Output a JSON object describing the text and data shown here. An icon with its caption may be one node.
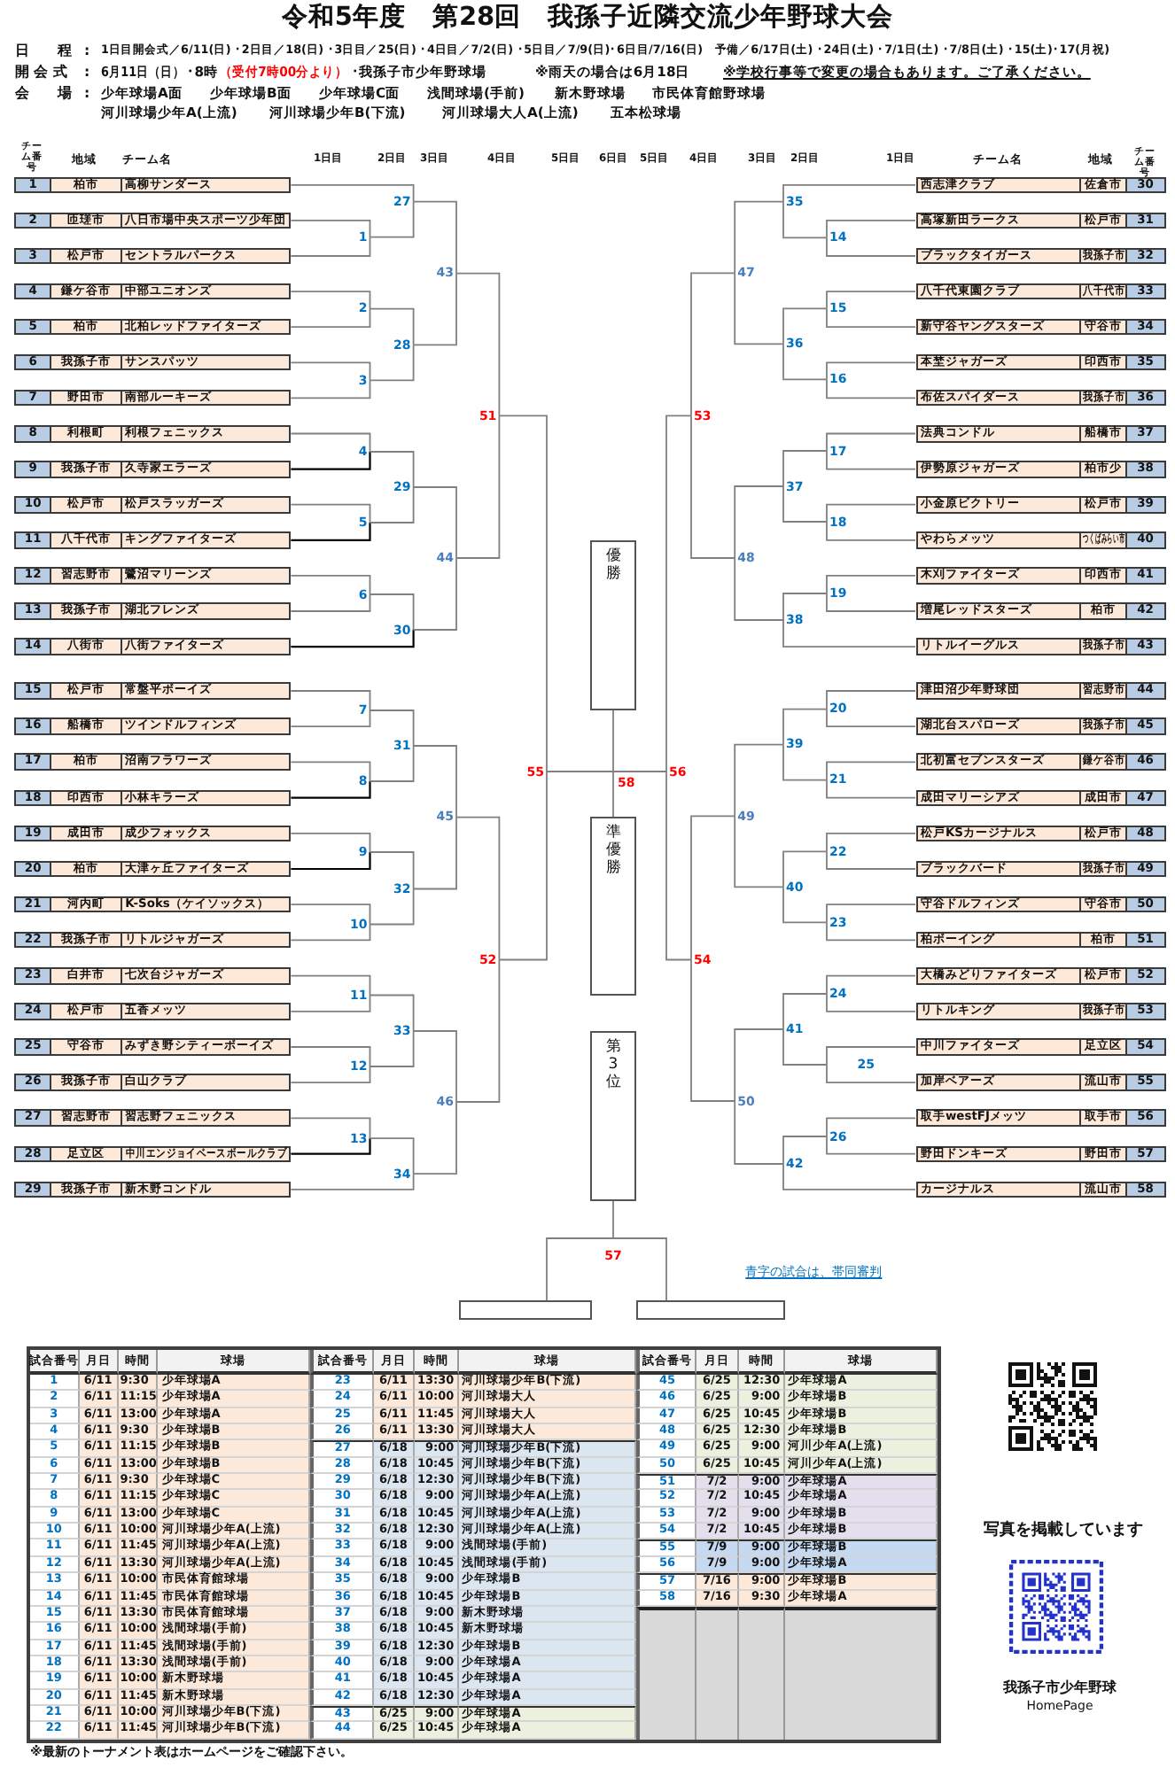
{
  "diagram": {
    "title": "令和5年度　第28回　我孫子近隣交流少年野球大会",
    "nodes": [
      {
        "text": [
          "1",
          "柏市",
          "高柳サンダース"
        ]
      },
      {
        "text": [
          "2",
          "匝瑳市",
          "八日市場中央スポーツ少年団"
        ]
      },
      {
        "text": [
          "3",
          "松戸市",
          "セントラルパークス"
        ]
      },
      {
        "text": [
          "4",
          "鎌ケ谷市",
          "中部ユニオンズ"
        ]
      },
      {
        "text": [
          "5",
          "柏市",
          "北柏レッドファイターズ"
        ]
      },
      {
        "text": [
          "6",
          "我孫子市",
          "サンスパッツ"
        ]
      },
      {
        "text": [
          "7",
          "野田市",
          "南部ルーキーズ"
        ]
      },
      {
        "text": [
          "8",
          "利根町",
          "利根フェニックス"
        ]
      },
      {
        "text": [
          "9",
          "我孫子市",
          "久寺家エラーズ"
        ]
      },
      {
        "text": [
          "10",
          "松戸市",
          "松戸スラッガーズ"
        ]
      },
      {
        "text": [
          "11",
          "八千代市",
          "キングファイターズ"
        ]
      },
      {
        "text": [
          "12",
          "習志野市",
          "鷺沼マリーンズ"
        ]
      },
      {
        "text": [
          "13",
          "我孫子市",
          "湖北フレンズ"
        ]
      },
      {
        "text": [
          "14",
          "八街市",
          "八街ファイターズ"
        ]
      },
      {
        "text": [
          "15",
          "松戸市",
          "常盤平ボーイズ"
        ]
      },
      {
        "text": [
          "16",
          "船橋市",
          "ツインドルフィンズ"
        ]
      },
      {
        "text": [
          "17",
          "柏市",
          "沼南フラワーズ"
        ]
      },
      {
        "text": [
          "18",
          "印西市",
          "小林キラーズ"
        ]
      },
      {
        "text": [
          "19",
          "成田市",
          "成少フォックス"
        ]
      },
      {
        "text": [
          "20",
          "柏市",
          "大津ヶ丘ファイターズ"
        ]
      },
      {
        "text": [
          "21",
          "河内町",
          "K-Soks（ケイソックス）"
        ]
      },
      {
        "text": [
          "22",
          "我孫子市",
          "リトルジャガーズ"
        ]
      },
      {
        "text": [
          "23",
          "白井市",
          "七次台ジャガーズ"
        ]
      },
      {
        "text": [
          "24",
          "松戸市",
          "五香メッツ"
        ]
      },
      {
        "text": [
          "25",
          "守谷市",
          "みずき野シティーボーイズ"
        ]
      },
      {
        "text": [
          "26",
          "我孫子市",
          "白山クラブ"
        ]
      },
      {
        "text": [
          "27",
          "習志野市",
          "習志野フェニックス"
        ]
      },
      {
        "text": [
          "28",
          "足立区",
          "中川エンジョイベースボールクラブ"
        ]
      },
      {
        "text": [
          "29",
          "我孫子市",
          "新木野コンドル"
        ]
      },
      {
        "text": [
          "西志津クラブ",
          "佐倉市",
          "30"
        ]
      },
      {
        "text": [
          "高塚新田ラークス",
          "松戸市",
          "31"
        ]
      },
      {
        "text": [
          "ブラックタイガース",
          "我孫子市",
          "32"
        ]
      },
      {
        "text": [
          "八千代東園クラブ",
          "八千代市",
          "33"
        ]
      },
      {
        "text": [
          "新守谷ヤングスターズ",
          "守谷市",
          "34"
        ]
      },
      {
        "text": [
          "本埜ジャガーズ",
          "印西市",
          "35"
        ]
      },
      {
        "text": [
          "布佐スパイダース",
          "我孫子市",
          "36"
        ]
      },
      {
        "text": [
          "法典コンドル",
          "船橋市",
          "37"
        ]
      },
      {
        "text": [
          "伊勢原ジャガーズ",
          "柏市少",
          "38"
        ]
      },
      {
        "text": [
          "小金原ビクトリー",
          "松戸市",
          "39"
        ]
      },
      {
        "text": [
          "やわらメッツ",
          "つくばみらい市",
          "40"
        ]
      },
      {
        "text": [
          "木刈ファイターズ",
          "印西市",
          "41"
        ]
      },
      {
        "text": [
          "増尾レッドスターズ",
          "柏市",
          "42"
        ]
      },
      {
        "text": [
          "リトルイーグルス",
          "我孫子市",
          "43"
        ]
      },
      {
        "text": [
          "津田沼少年野球団",
          "習志野市",
          "44"
        ]
      },
      {
        "text": [
          "湖北台スパローズ",
          "我孫子市",
          "45"
        ]
      },
      {
        "text": [
          "北初富セブンスターズ",
          "鎌ケ谷市",
          "46"
        ]
      },
      {
        "text": [
          "成田マリーシアズ",
          "成田市",
          "47"
        ]
      },
      {
        "text": [
          "松戸KSカージナルス",
          "松戸市",
          "48"
        ]
      },
      {
        "text": [
          "ブラックバード",
          "我孫子市",
          "49"
        ]
      },
      {
        "text": [
          "守谷ドルフィンズ",
          "守谷市",
          "50"
        ]
      },
      {
        "text": [
          "柏ボーイング",
          "柏市",
          "51"
        ]
      },
      {
        "text": [
          "大橋みどりファイターズ",
          "松戸市",
          "52"
        ]
      },
      {
        "text": [
          "リトルキング",
          "我孫子市",
          "53"
        ]
      },
      {
        "text": [
          "中川ファイターズ",
          "足立区",
          "54"
        ]
      },
      {
        "text": [
          "加岸ベアーズ",
          "流山市",
          "55"
        ]
      },
      {
        "text": [
          "取手westFJメッツ",
          "取手市",
          "56"
        ]
      },
      {
        "text": [
          "野田ドンキーズ",
          "野田市",
          "57"
        ]
      },
      {
        "text": [
          "カージナルス",
          "流山市",
          "58"
        ]
      },
      {
        "text": [
          "1"
        ]
      },
      {
        "text": [
          "2"
        ]
      },
      {
        "text": [
          "3"
        ]
      },
      {
        "text": [
          "4"
        ]
      },
      {
        "text": [
          "5"
        ]
      },
      {
        "text": [
          "6"
        ]
      },
      {
        "text": [
          "7"
        ]
      },
      {
        "text": [
          "8"
        ]
      },
      {
        "text": [
          "9"
        ]
      },
      {
        "text": [
          "10"
        ]
      },
      {
        "text": [
          "11"
        ]
      },
      {
        "text": [
          "12"
        ]
      },
      {
        "text": [
          "13"
        ]
      },
      {
        "text": [
          "14"
        ]
      },
      {
        "text": [
          "15"
        ]
      },
      {
        "text": [
          "16"
        ]
      },
      {
        "text": [
          "17"
        ]
      },
      {
        "text": [
          "18"
        ]
      },
      {
        "text": [
          "19"
        ]
      },
      {
        "text": [
          "20"
        ]
      },
      {
        "text": [
          "21"
        ]
      },
      {
        "text": [
          "22"
        ]
      },
      {
        "text": [
          "23"
        ]
      },
      {
        "text": [
          "24"
        ]
      },
      {
        "text": [
          "25"
        ]
      },
      {
        "text": [
          "26"
        ]
      },
      {
        "text": [
          "27"
        ]
      },
      {
        "text": [
          "28"
        ]
      },
      {
        "text": [
          "29"
        ]
      },
      {
        "text": [
          "30"
        ]
      },
      {
        "text": [
          "31"
        ]
      },
      {
        "text": [
          "32"
        ]
      },
      {
        "text": [
          "33"
        ]
      },
      {
        "text": [
          "34"
        ]
      },
      {
        "text": [
          "35"
        ]
      },
      {
        "text": [
          "36"
        ]
      },
      {
        "text": [
          "37"
        ]
      },
      {
        "text": [
          "38"
        ]
      },
      {
        "text": [
          "39"
        ]
      },
      {
        "text": [
          "40"
        ]
      },
      {
        "text": [
          "41"
        ]
      },
      {
        "text": [
          "42"
        ]
      },
      {
        "text": [
          "43"
        ]
      },
      {
        "text": [
          "44"
        ]
      },
      {
        "text": [
          "45"
        ]
      },
      {
        "text": [
          "46"
        ]
      },
      {
        "text": [
          "47"
        ]
      },
      {
        "text": [
          "48"
        ]
      },
      {
        "text": [
          "49"
        ]
      },
      {
        "text": [
          "50"
        ]
      },
      {
        "text": [
          "51"
        ]
      },
      {
        "text": [
          "52"
        ]
      },
      {
        "text": [
          "53"
        ]
      },
      {
        "text": [
          "54"
        ]
      },
      {
        "text": [
          "55"
        ]
      },
      {
        "text": [
          "56"
        ]
      },
      {
        "text": [
          "57"
        ]
      },
      {
        "text": [
          "58"
        ]
      },
      {
        "text": [
          "優勝"
        ]
      },
      {
        "text": [
          "準優勝"
        ]
      },
      {
        "text": [
          "第3位"
        ]
      },
      {
        "text": [],
        "shape": "box"
      },
      {
        "text": [],
        "shape": "box"
      }
    ],
    "edges": [
      {
        "from": 1,
        "to": 58,
        "arrow": "none"
      },
      {
        "from": 2,
        "to": 58,
        "arrow": "none"
      },
      {
        "from": 3,
        "to": 59,
        "arrow": "none"
      },
      {
        "from": 4,
        "to": 59,
        "arrow": "none"
      },
      {
        "from": 5,
        "to": 60,
        "arrow": "none"
      },
      {
        "from": 6,
        "to": 60,
        "arrow": "none"
      },
      {
        "from": 7,
        "to": 61,
        "arrow": "none"
      },
      {
        "from": 8,
        "to": 61,
        "arrow": "none",
        "color": "#000000"
      },
      {
        "from": 9,
        "to": 62,
        "arrow": "none"
      },
      {
        "from": 10,
        "to": 62,
        "arrow": "none",
        "color": "#000000"
      },
      {
        "from": 11,
        "to": 63,
        "arrow": "none"
      },
      {
        "from": 12,
        "to": 63,
        "arrow": "none"
      },
      {
        "from": 14,
        "to": 64,
        "arrow": "none"
      },
      {
        "from": 15,
        "to": 64,
        "arrow": "none"
      },
      {
        "from": 16,
        "to": 65,
        "arrow": "none"
      },
      {
        "from": 17,
        "to": 65,
        "arrow": "none",
        "color": "#000000"
      },
      {
        "from": 18,
        "to": 66,
        "arrow": "none"
      },
      {
        "from": 19,
        "to": 66,
        "arrow": "none",
        "color": "#000000"
      },
      {
        "from": 20,
        "to": 67,
        "arrow": "none"
      },
      {
        "from": 21,
        "to": 67,
        "arrow": "none"
      },
      {
        "from": 22,
        "to": 68,
        "arrow": "none"
      },
      {
        "from": 23,
        "to": 68,
        "arrow": "none"
      },
      {
        "from": 24,
        "to": 69,
        "arrow": "none"
      },
      {
        "from": 25,
        "to": 69,
        "arrow": "none"
      },
      {
        "from": 26,
        "to": 70,
        "arrow": "none"
      },
      {
        "from": 27,
        "to": 70,
        "arrow": "none",
        "color": "#000000"
      },
      {
        "from": 30,
        "to": 71,
        "arrow": "none"
      },
      {
        "from": 31,
        "to": 71,
        "arrow": "none"
      },
      {
        "from": 32,
        "to": 72,
        "arrow": "none"
      },
      {
        "from": 33,
        "to": 72,
        "arrow": "none"
      },
      {
        "from": 34,
        "to": 73,
        "arrow": "none"
      },
      {
        "from": 35,
        "to": 73,
        "arrow": "none"
      },
      {
        "from": 36,
        "to": 74,
        "arrow": "none"
      },
      {
        "from": 37,
        "to": 74,
        "arrow": "none"
      },
      {
        "from": 38,
        "to": 75,
        "arrow": "none"
      },
      {
        "from": 39,
        "to": 75,
        "arrow": "none"
      },
      {
        "from": 40,
        "to": 76,
        "arrow": "none"
      },
      {
        "from": 41,
        "to": 76,
        "arrow": "none"
      },
      {
        "from": 43,
        "to": 77,
        "arrow": "none"
      },
      {
        "from": 44,
        "to": 77,
        "arrow": "none"
      },
      {
        "from": 45,
        "to": 78,
        "arrow": "none"
      },
      {
        "from": 46,
        "to": 78,
        "arrow": "none"
      },
      {
        "from": 47,
        "to": 79,
        "arrow": "none"
      },
      {
        "from": 48,
        "to": 79,
        "arrow": "none"
      },
      {
        "from": 49,
        "to": 80,
        "arrow": "none"
      },
      {
        "from": 50,
        "to": 80,
        "arrow": "none"
      },
      {
        "from": 51,
        "to": 81,
        "arrow": "none"
      },
      {
        "from": 52,
        "to": 81,
        "arrow": "none"
      },
      {
        "from": 53,
        "to": 82,
        "arrow": "none"
      },
      {
        "from": 54,
        "to": 82,
        "arrow": "none"
      },
      {
        "from": 55,
        "to": 83,
        "arrow": "none"
      },
      {
        "from": 56,
        "to": 83,
        "arrow": "none"
      },
      {
        "from": 0,
        "to": 84,
        "arrow": "none"
      },
      {
        "from": 58,
        "to": 84,
        "arrow": "none"
      },
      {
        "from": 59,
        "to": 85,
        "arrow": "none"
      },
      {
        "from": 60,
        "to": 85,
        "arrow": "none"
      },
      {
        "from": 61,
        "to": 86,
        "arrow": "none"
      },
      {
        "from": 62,
        "to": 86,
        "arrow": "none"
      },
      {
        "from": 63,
        "to": 87,
        "arrow": "none"
      },
      {
        "from": 13,
        "to": 87,
        "arrow": "none",
        "color": "#000000"
      },
      {
        "from": 64,
        "to": 88,
        "arrow": "none"
      },
      {
        "from": 65,
        "to": 88,
        "arrow": "none"
      },
      {
        "from": 66,
        "to": 89,
        "arrow": "none"
      },
      {
        "from": 67,
        "to": 89,
        "arrow": "none"
      },
      {
        "from": 68,
        "to": 90,
        "arrow": "none"
      },
      {
        "from": 69,
        "to": 90,
        "arrow": "none"
      },
      {
        "from": 70,
        "to": 91,
        "arrow": "none"
      },
      {
        "from": 28,
        "to": 91,
        "arrow": "none"
      },
      {
        "from": 29,
        "to": 92,
        "arrow": "none"
      },
      {
        "from": 71,
        "to": 92,
        "arrow": "none"
      },
      {
        "from": 72,
        "to": 93,
        "arrow": "none"
      },
      {
        "from": 73,
        "to": 93,
        "arrow": "none"
      },
      {
        "from": 74,
        "to": 94,
        "arrow": "none"
      },
      {
        "from": 75,
        "to": 94,
        "arrow": "none"
      },
      {
        "from": 76,
        "to": 95,
        "arrow": "none"
      },
      {
        "from": 42,
        "to": 95,
        "arrow": "none"
      },
      {
        "from": 77,
        "to": 96,
        "arrow": "none"
      },
      {
        "from": 78,
        "to": 96,
        "arrow": "none"
      },
      {
        "from": 79,
        "to": 97,
        "arrow": "none"
      },
      {
        "from": 80,
        "to": 97,
        "arrow": "none"
      },
      {
        "from": 81,
        "to": 98,
        "arrow": "none"
      },
      {
        "from": 82,
        "to": 98,
        "arrow": "none"
      },
      {
        "from": 83,
        "to": 99,
        "arrow": "none"
      },
      {
        "from": 57,
        "to": 99,
        "arrow": "none"
      },
      {
        "from": 84,
        "to": 100,
        "arrow": "none"
      },
      {
        "from": 85,
        "to": 100,
        "arrow": "none"
      },
      {
        "from": 86,
        "to": 101,
        "arrow": "none"
      },
      {
        "from": 87,
        "to": 101,
        "arrow": "none"
      },
      {
        "from": 88,
        "to": 102,
        "arrow": "none"
      },
      {
        "from": 89,
        "to": 102,
        "arrow": "none"
      },
      {
        "from": 90,
        "to": 103,
        "arrow": "none"
      },
      {
        "from": 91,
        "to": 103,
        "arrow": "none"
      },
      {
        "from": 92,
        "to": 104,
        "arrow": "none"
      },
      {
        "from": 93,
        "to": 104,
        "arrow": "none"
      },
      {
        "from": 94,
        "to": 105,
        "arrow": "none"
      },
      {
        "from": 95,
        "to": 105,
        "arrow": "none"
      },
      {
        "from": 96,
        "to": 106,
        "arrow": "none"
      },
      {
        "from": 97,
        "to": 106,
        "arrow": "none"
      },
      {
        "from": 98,
        "to": 107,
        "arrow": "none"
      },
      {
        "from": 99,
        "to": 107,
        "arrow": "none"
      },
      {
        "from": 100,
        "to": 108,
        "arrow": "none"
      },
      {
        "from": 101,
        "to": 108,
        "arrow": "none"
      },
      {
        "from": 102,
        "to": 109,
        "arrow": "none"
      },
      {
        "from": 103,
        "to": 109,
        "arrow": "none"
      },
      {
        "from": 104,
        "to": 110,
        "arrow": "none"
      },
      {
        "from": 105,
        "to": 110,
        "arrow": "none"
      },
      {
        "from": 106,
        "to": 111,
        "arrow": "none"
      },
      {
        "from": 107,
        "to": 111,
        "arrow": "none"
      },
      {
        "from": 108,
        "to": 112,
        "arrow": "none"
      },
      {
        "from": 109,
        "to": 112,
        "arrow": "none"
      },
      {
        "from": 110,
        "to": 113,
        "arrow": "none"
      },
      {
        "from": 111,
        "to": 113,
        "arrow": "none"
      },
      {
        "from": 112,
        "to": 115,
        "arrow": "none"
      },
      {
        "from": 113,
        "to": 115,
        "arrow": "none"
      },
      {
        "from": 115,
        "to": 116,
        "arrow": "none"
      },
      {
        "from": 115,
        "to": 117,
        "arrow": "none"
      },
      {
        "from": 119,
        "to": 114,
        "arrow": "none"
      },
      {
        "from": 120,
        "to": 114,
        "arrow": "none"
      },
      {
        "from": 114,
        "to": 118,
        "arrow": "none"
      }
    ],
    "labels": [
      "日　　程",
      ":",
      "1日目開会式／6/11(日) ･2日目／18(日) ･3日目／25(日) ･4日目／7/2(日) ･5日目／7/9(日)･6日目/7/16(日)　予備／6/17日(土) ･24日(土) ･7/1日(土) ･7/8日(土) ･15(土)･17(月祝)",
      "開 会 式",
      ":",
      "6月11日（日）",
      "･8時",
      "（受付7時00分より）",
      "･我孫子市少年野球場",
      "※雨天の場合は6月18日",
      "※学校行事等で変更の場合もあります。ご了承ください。",
      "会　　場",
      ":",
      "少年球場A面",
      "少年球場B面",
      "少年球場C面",
      "浅間球場(手前)",
      "新木野球場",
      "市民体育館野球場",
      "河川球場少年A(上流)",
      "河川球場少年B(下流)",
      "河川球場大人A(上流)",
      "五本松球場",
      "チーム番号",
      "地域",
      "チーム名",
      "1日目",
      "2日目",
      "3日目",
      "4日目",
      "5日目",
      "6日目",
      "5日目",
      "4日目",
      "3日目",
      "2日目",
      "1日目",
      "チーム名",
      "地域",
      "チーム番号",
      "青字の試合は、帯同審判",
      "試合番号",
      "月日",
      "時間",
      "球場",
      "1",
      "6/11",
      "9:30",
      "少年球場A",
      "2",
      "6/11",
      "11:15",
      "少年球場A",
      "3",
      "6/11",
      "13:00",
      "少年球場A",
      "4",
      "6/11",
      "9:30",
      "少年球場B",
      "5",
      "6/11",
      "11:15",
      "少年球場B",
      "6",
      "6/11",
      "13:00",
      "少年球場B",
      "7",
      "6/11",
      "9:30",
      "少年球場C",
      "8",
      "6/11",
      "11:15",
      "少年球場C",
      "9",
      "6/11",
      "13:00",
      "少年球場C",
      "10",
      "6/11",
      "10:00",
      "河川球場少年A(上流)",
      "11",
      "6/11",
      "11:45",
      "河川球場少年A(上流)",
      "12",
      "6/11",
      "13:30",
      "河川球場少年A(上流)",
      "13",
      "6/11",
      "10:00",
      "市民体育館球場",
      "14",
      "6/11",
      "11:45",
      "市民体育館球場",
      "15",
      "6/11",
      "13:30",
      "市民体育館球場",
      "16",
      "6/11",
      "10:00",
      "浅間球場(手前)",
      "17",
      "6/11",
      "11:45",
      "浅間球場(手前)",
      "18",
      "6/11",
      "13:30",
      "浅間球場(手前)",
      "19",
      "6/11",
      "10:00",
      "新木野球場",
      "20",
      "6/11",
      "11:45",
      "新木野球場",
      "21",
      "6/11",
      "10:00",
      "河川球場少年B(下流)",
      "22",
      "6/11",
      "11:45",
      "河川球場少年B(下流)",
      "試合番号",
      "月日",
      "時間",
      "球場",
      "23",
      "6/11",
      "13:30",
      "河川球場少年B(下流)",
      "24",
      "6/11",
      "10:00",
      "河川球場大人",
      "25",
      "6/11",
      "11:45",
      "河川球場大人",
      "26",
      "6/11",
      "13:30",
      "河川球場大人",
      "27",
      "6/18",
      "9:00",
      "河川球場少年B(下流)",
      "28",
      "6/18",
      "10:45",
      "河川球場少年B(下流)",
      "29",
      "6/18",
      "12:30",
      "河川球場少年B(下流)",
      "30",
      "6/18",
      "9:00",
      "河川球場少年A(上流)",
      "31",
      "6/18",
      "10:45",
      "河川球場少年A(上流)",
      "32",
      "6/18",
      "12:30",
      "河川球場少年A(上流)",
      "33",
      "6/18",
      "9:00",
      "浅間球場(手前)",
      "34",
      "6/18",
      "10:45",
      "浅間球場(手前)",
      "35",
      "6/18",
      "9:00",
      "少年球場B",
      "36",
      "6/18",
      "10:45",
      "少年球場B",
      "37",
      "6/18",
      "9:00",
      "新木野球場",
      "38",
      "6/18",
      "10:45",
      "新木野球場",
      "39",
      "6/18",
      "12:30",
      "少年球場B",
      "40",
      "6/18",
      "9:00",
      "少年球場A",
      "41",
      "6/18",
      "10:45",
      "少年球場A",
      "42",
      "6/18",
      "12:30",
      "少年球場A",
      "43",
      "6/25",
      "9:00",
      "少年球場A",
      "44",
      "6/25",
      "10:45",
      "少年球場A",
      "試合番号",
      "月日",
      "時間",
      "球場",
      "45",
      "6/25",
      "12:30",
      "少年球場A",
      "46",
      "6/25",
      "9:00",
      "少年球場B",
      "47",
      "6/25",
      "10:45",
      "少年球場B",
      "48",
      "6/25",
      "12:30",
      "少年球場B",
      "49",
      "6/25",
      "9:00",
      "河川少年A(上流)",
      "50",
      "6/25",
      "10:45",
      "河川少年A(上流)",
      "51",
      "7/2",
      "9:00",
      "少年球場A",
      "52",
      "7/2",
      "10:45",
      "少年球場A",
      "53",
      "7/2",
      "9:00",
      "少年球場B",
      "54",
      "7/2",
      "10:45",
      "少年球場B",
      "55",
      "7/9",
      "9:00",
      "少年球場B",
      "56",
      "7/9",
      "9:00",
      "少年球場A",
      "57",
      "7/16",
      "9:00",
      "少年球場B",
      "58",
      "7/16",
      "9:30",
      "少年球場A",
      "※最新のトーナメント表はホームページをご確認下さい。",
      "写真を掲載しています",
      "我孫子市少年野球",
      "HomePage"
    ]
  }
}
